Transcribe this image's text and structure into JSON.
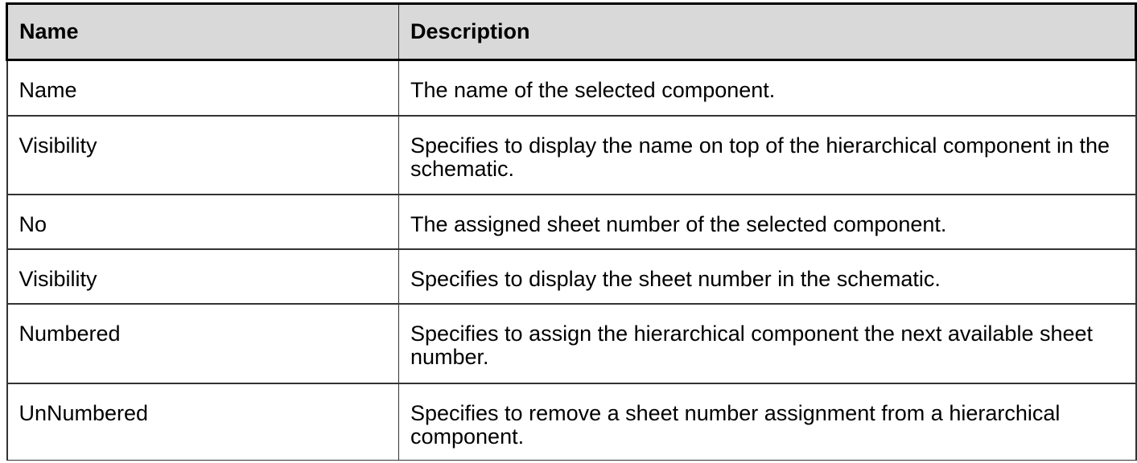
{
  "table": {
    "headers": {
      "name": "Name",
      "description": "Description"
    },
    "rows": [
      {
        "name": "Name",
        "description": "The name of the selected component."
      },
      {
        "name": "Visibility",
        "description": "Specifies to display the name on top of the hierarchical component in the schematic."
      },
      {
        "name": "No",
        "description": "The assigned sheet number of the selected component."
      },
      {
        "name": "Visibility",
        "description": "Specifies to display the sheet number in the schematic."
      },
      {
        "name": "Numbered",
        "description": "Specifies to assign the hierarchical component the next available sheet number."
      },
      {
        "name": "UnNumbered",
        "description": "Specifies to remove a sheet number assignment from a hierarchical component."
      }
    ]
  }
}
